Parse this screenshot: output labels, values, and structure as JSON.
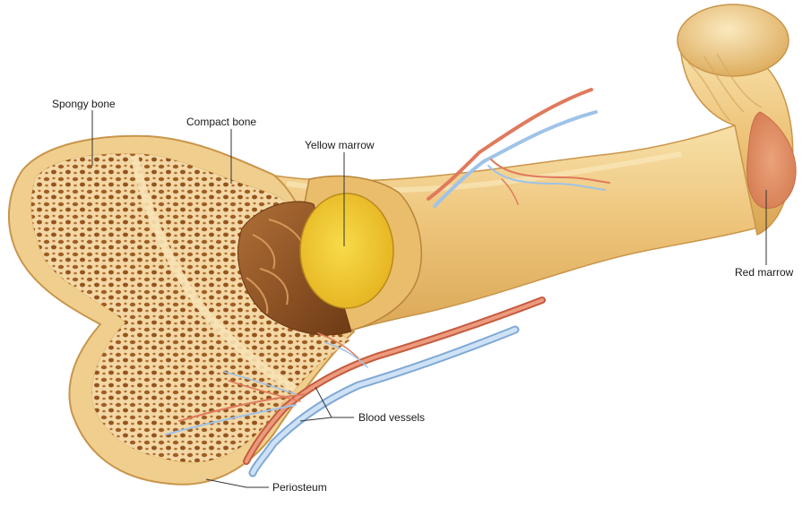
{
  "labels": {
    "spongy_bone": "Spongy bone",
    "compact_bone": "Compact bone",
    "yellow_marrow": "Yellow marrow",
    "red_marrow": "Red marrow",
    "blood_vessels": "Blood vessels",
    "periosteum": "Periosteum"
  },
  "colors": {
    "bone": "#efcd86",
    "bone_dark": "#d8a752",
    "spongy_pore": "#9c5a22",
    "spongy_bg": "#f3d8a6",
    "yellow_marrow": "#f2cb2c",
    "red_marrow": "#e1956a",
    "artery": "#e07a5c",
    "vein": "#9fc3e8"
  }
}
